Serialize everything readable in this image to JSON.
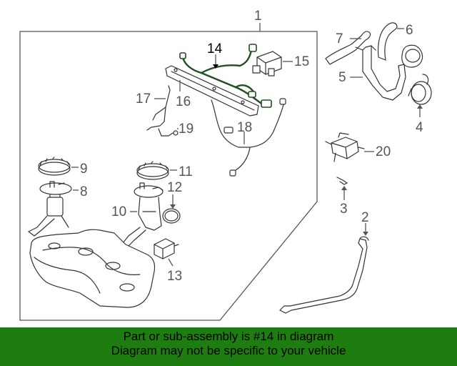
{
  "diagram": {
    "callouts": {
      "c1": "1",
      "c2": "2",
      "c3": "3",
      "c4": "4",
      "c5": "5",
      "c6": "6",
      "c7": "7",
      "c8": "8",
      "c9": "9",
      "c10": "10",
      "c11": "11",
      "c12": "12",
      "c13": "13",
      "c14": "14",
      "c15": "15",
      "c16": "16",
      "c17": "17",
      "c18": "18",
      "c19": "19",
      "c20": "20"
    },
    "highlighted_part": "14"
  },
  "banner": {
    "line1": "Part or sub-assembly is #14 in diagram",
    "line2": "Diagram may not be specific to your vehicle",
    "color": "#1e7d11"
  }
}
